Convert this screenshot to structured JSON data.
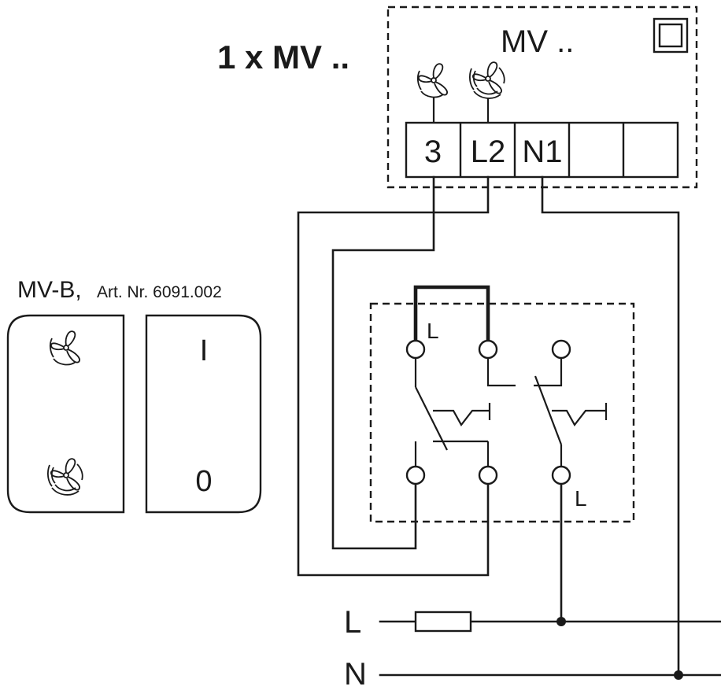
{
  "header": {
    "title": "1 x MV .."
  },
  "unit": {
    "label": "MV ..",
    "terminals": [
      "3",
      "L2",
      "N1",
      "",
      ""
    ]
  },
  "switch_product": {
    "name": "MV-B,",
    "article": "Art. Nr. 6091.002",
    "right_rocker_top": "I",
    "right_rocker_bottom": "0"
  },
  "switch_circuit": {
    "label_top": "L",
    "label_bottom": "L"
  },
  "supply": {
    "line_label": "L",
    "neutral_label": "N"
  },
  "icons": [
    "fan-icon",
    "fan-high-icon",
    "double-square-icon",
    "fuse-icon"
  ]
}
